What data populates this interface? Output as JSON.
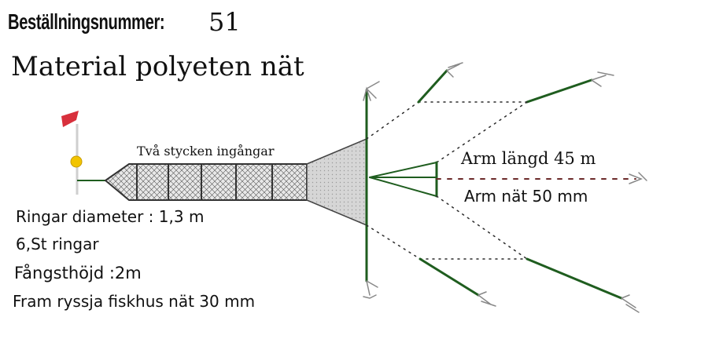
{
  "order": {
    "label": "Beställningsnummer:",
    "number": "51"
  },
  "material": "Material polyeten nät",
  "net": {
    "entrances_label": "Två stycken ingångar",
    "arm_length": "Arm längd 45 m",
    "arm_net": "Arm nät 50 mm"
  },
  "specs": {
    "ring_diameter": "Ringar diameter : 1,3 m",
    "ring_count": "6,St ringar",
    "catch_height": "Fångsthöjd :2m",
    "front_net": "Fram ryssja fiskhus nät 30 mm"
  },
  "colors": {
    "pole_green": "#1f5d1f",
    "net_gray": "#d9d9d9",
    "flag_red": "#d8303c",
    "float_yellow": "#f2c400",
    "rope": "#2b2b2b"
  }
}
